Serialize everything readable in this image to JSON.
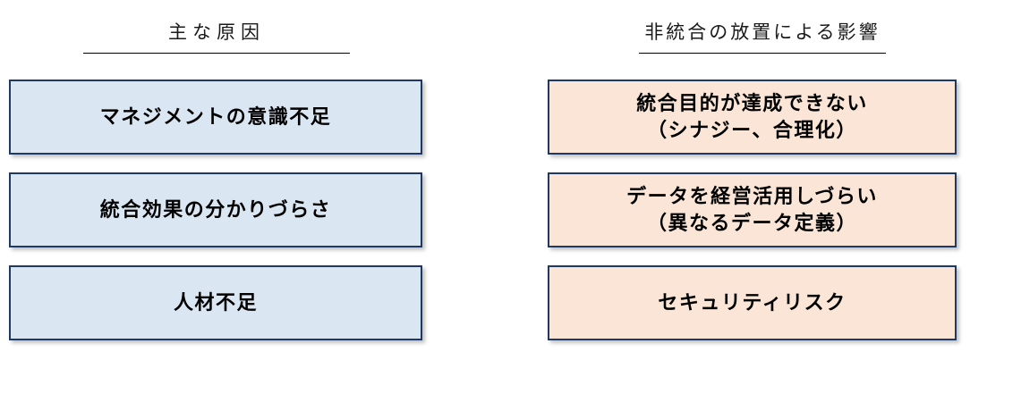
{
  "diagram": {
    "background_color": "#ffffff",
    "box_border_color": "#1f3864",
    "columns": [
      {
        "id": "causes",
        "header": "主な原因",
        "box_fill": "#dbe6f3",
        "items": [
          {
            "lines": [
              "マネジメントの意識不足"
            ]
          },
          {
            "lines": [
              "統合効果の分かりづらさ"
            ]
          },
          {
            "lines": [
              "人材不足"
            ]
          }
        ]
      },
      {
        "id": "effects",
        "header": "非統合の放置による影響",
        "box_fill": "#fbe5d6",
        "items": [
          {
            "lines": [
              "統合目的が達成できない",
              "（シナジー、合理化）"
            ]
          },
          {
            "lines": [
              "データを経営活用しづらい",
              "（異なるデータ定義）"
            ]
          },
          {
            "lines": [
              "セキュリティリスク"
            ]
          }
        ]
      }
    ]
  }
}
